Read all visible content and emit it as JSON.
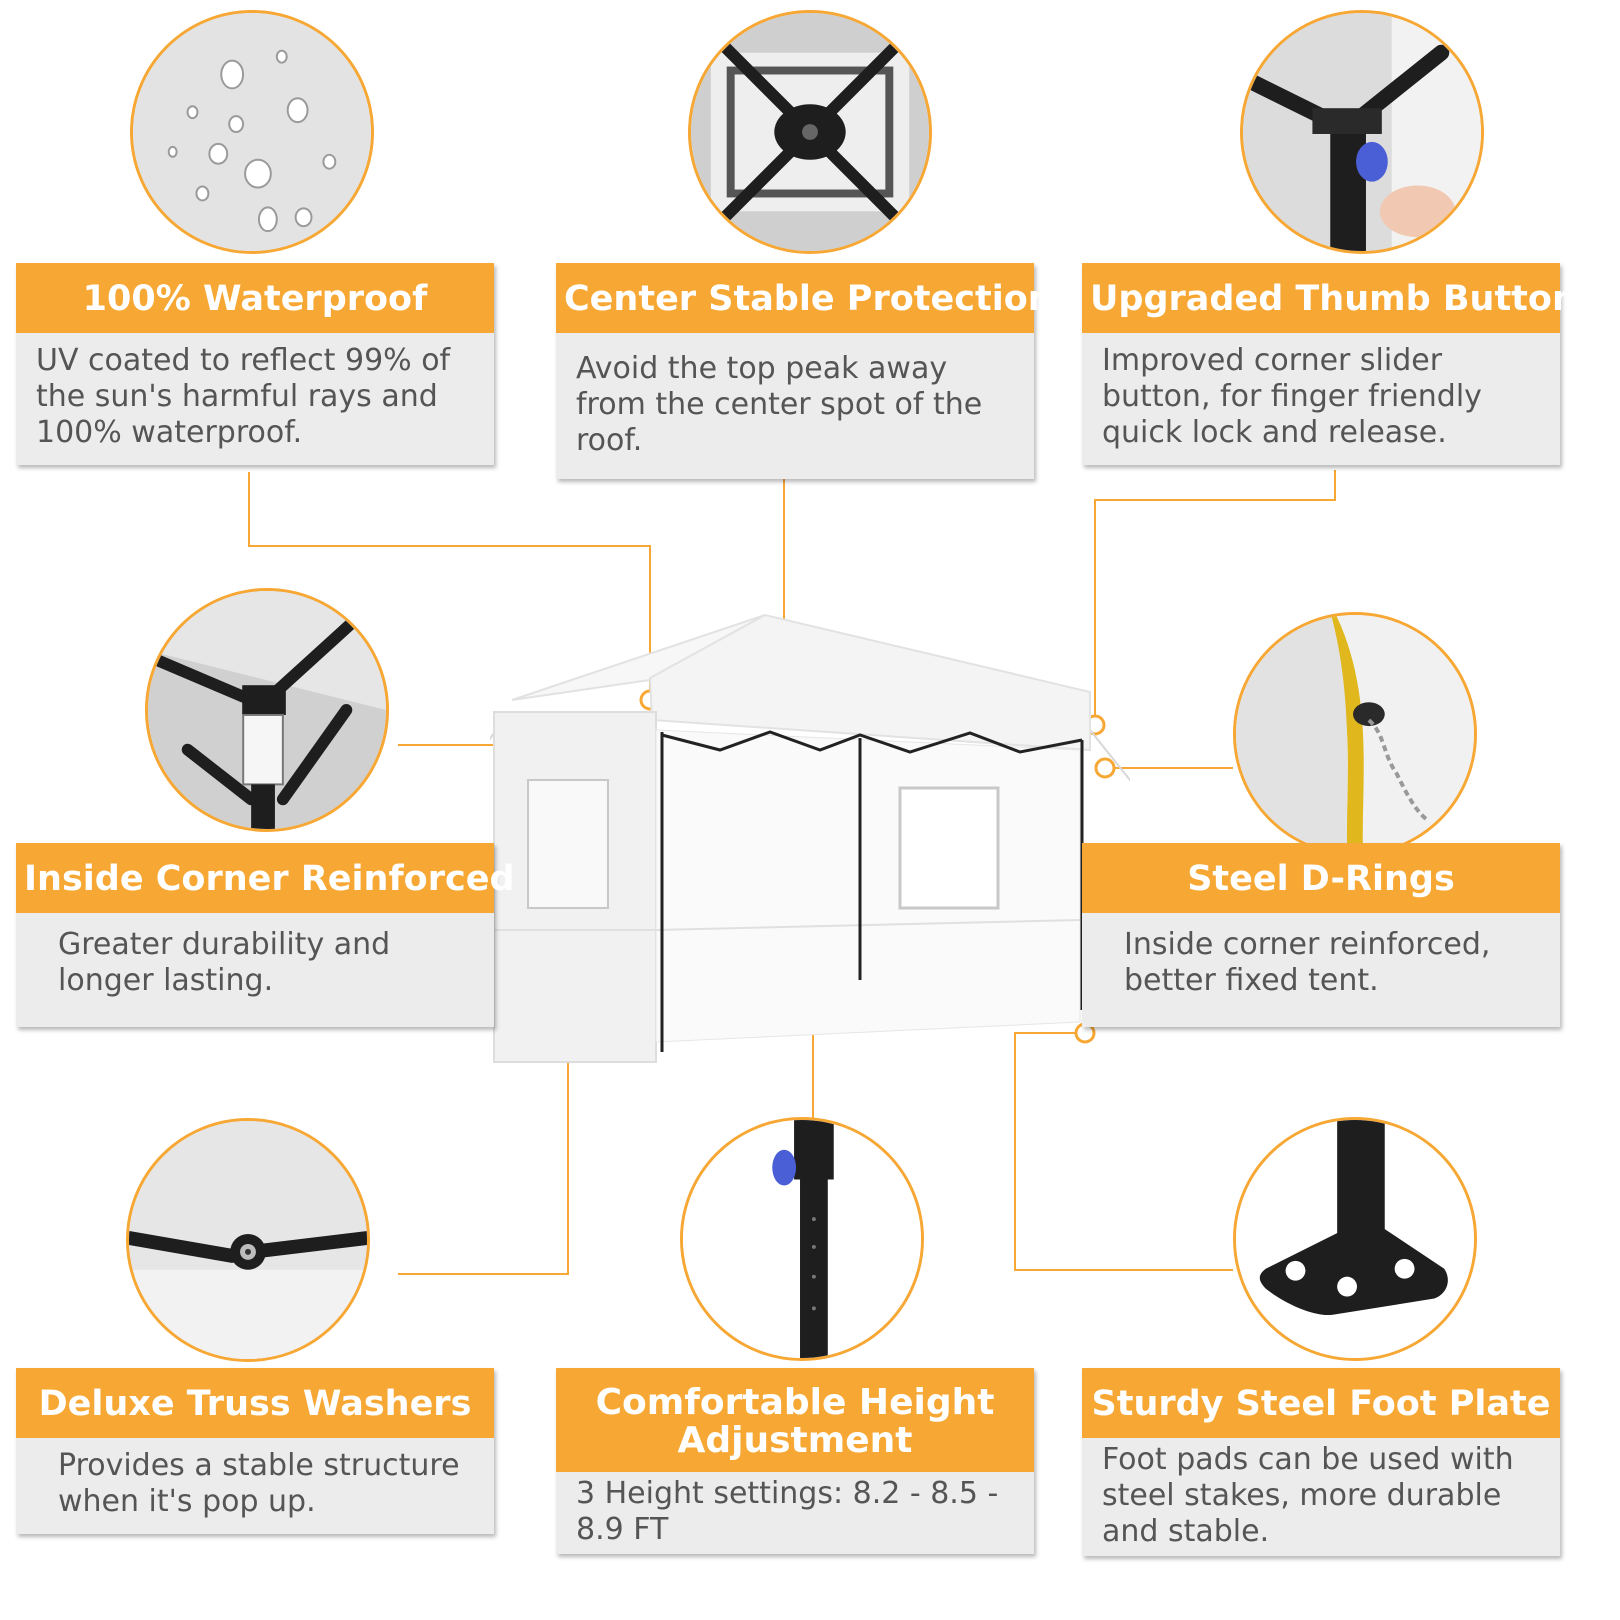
{
  "colors": {
    "accent": "#f7a733",
    "card_bg": "#ececec",
    "text": "#555555"
  },
  "features": [
    {
      "title": "100% Waterproof",
      "desc": "UV coated to reflect 99% of the sun's harmful rays and 100% waterproof.",
      "icon": "water-droplets-icon"
    },
    {
      "title": "Center Stable Protection",
      "desc": "Avoid the top peak away from the center spot of the roof.",
      "icon": "center-peak-frame-icon"
    },
    {
      "title": "Upgraded Thumb Button",
      "desc": "Improved corner slider button, for finger friendly quick lock and release.",
      "icon": "thumb-button-icon"
    },
    {
      "title": "Inside Corner Reinforced",
      "desc": "Greater durability and longer lasting.",
      "icon": "corner-bracket-icon"
    },
    {
      "title": "Steel D-Rings",
      "desc": "Inside corner reinforced, better fixed tent.",
      "icon": "d-ring-rope-icon"
    },
    {
      "title": "Deluxe Truss Washers",
      "desc": "Provides a stable structure when it's pop up.",
      "icon": "truss-washer-icon"
    },
    {
      "title": "Comfortable Height Adjustment",
      "desc": "3 Height settings: 8.2 - 8.5 - 8.9 FT",
      "icon": "height-leg-icon"
    },
    {
      "title": "Sturdy Steel Foot Plate",
      "desc": "Foot pads can be used with steel stakes, more durable and stable.",
      "icon": "foot-plate-icon"
    }
  ]
}
